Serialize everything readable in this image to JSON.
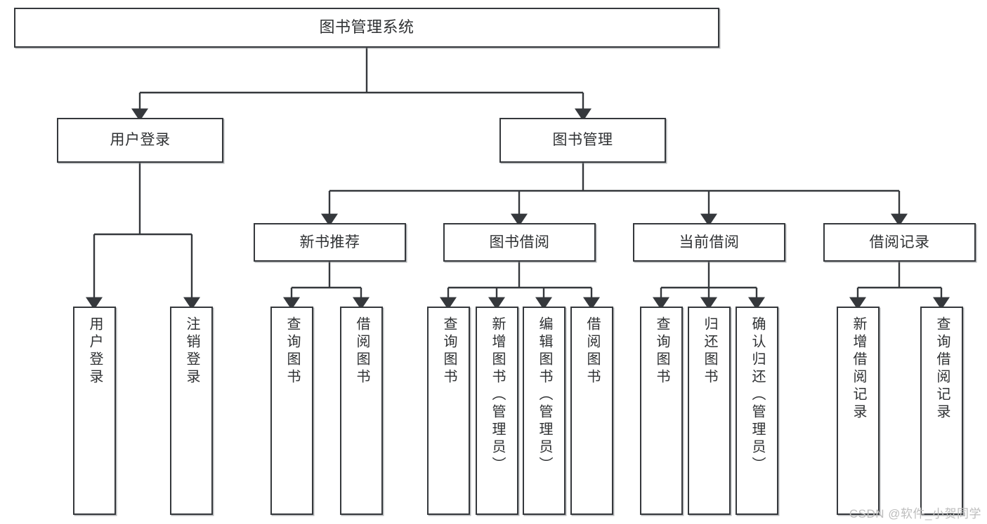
{
  "diagram": {
    "kind": "system-function-tree",
    "root": {
      "label": "图书管理系统"
    },
    "level2": [
      {
        "label": "用户登录"
      },
      {
        "label": "图书管理"
      }
    ],
    "level3": [
      {
        "label": "新书推荐"
      },
      {
        "label": "图书借阅"
      },
      {
        "label": "当前借阅"
      },
      {
        "label": "借阅记录"
      }
    ],
    "leaves": [
      {
        "label": "用户登录"
      },
      {
        "label": "注销登录"
      },
      {
        "label": "查询图书"
      },
      {
        "label": "借阅图书"
      },
      {
        "label": "查询图书"
      },
      {
        "label": "新增图书（管理员）"
      },
      {
        "label": "编辑图书（管理员）"
      },
      {
        "label": "借阅图书"
      },
      {
        "label": "查询图书"
      },
      {
        "label": "归还图书"
      },
      {
        "label": "确认归还（管理员）"
      },
      {
        "label": "新增借阅记录"
      },
      {
        "label": "查询借阅记录"
      }
    ],
    "colors": {
      "box_border": "#35383c",
      "box_fill": "#ffffff",
      "connector": "#35383c",
      "text": "#2f3133",
      "watermark": "#bdbdbd"
    }
  },
  "watermark": {
    "text": "CSDN @软件_小贺同学"
  }
}
